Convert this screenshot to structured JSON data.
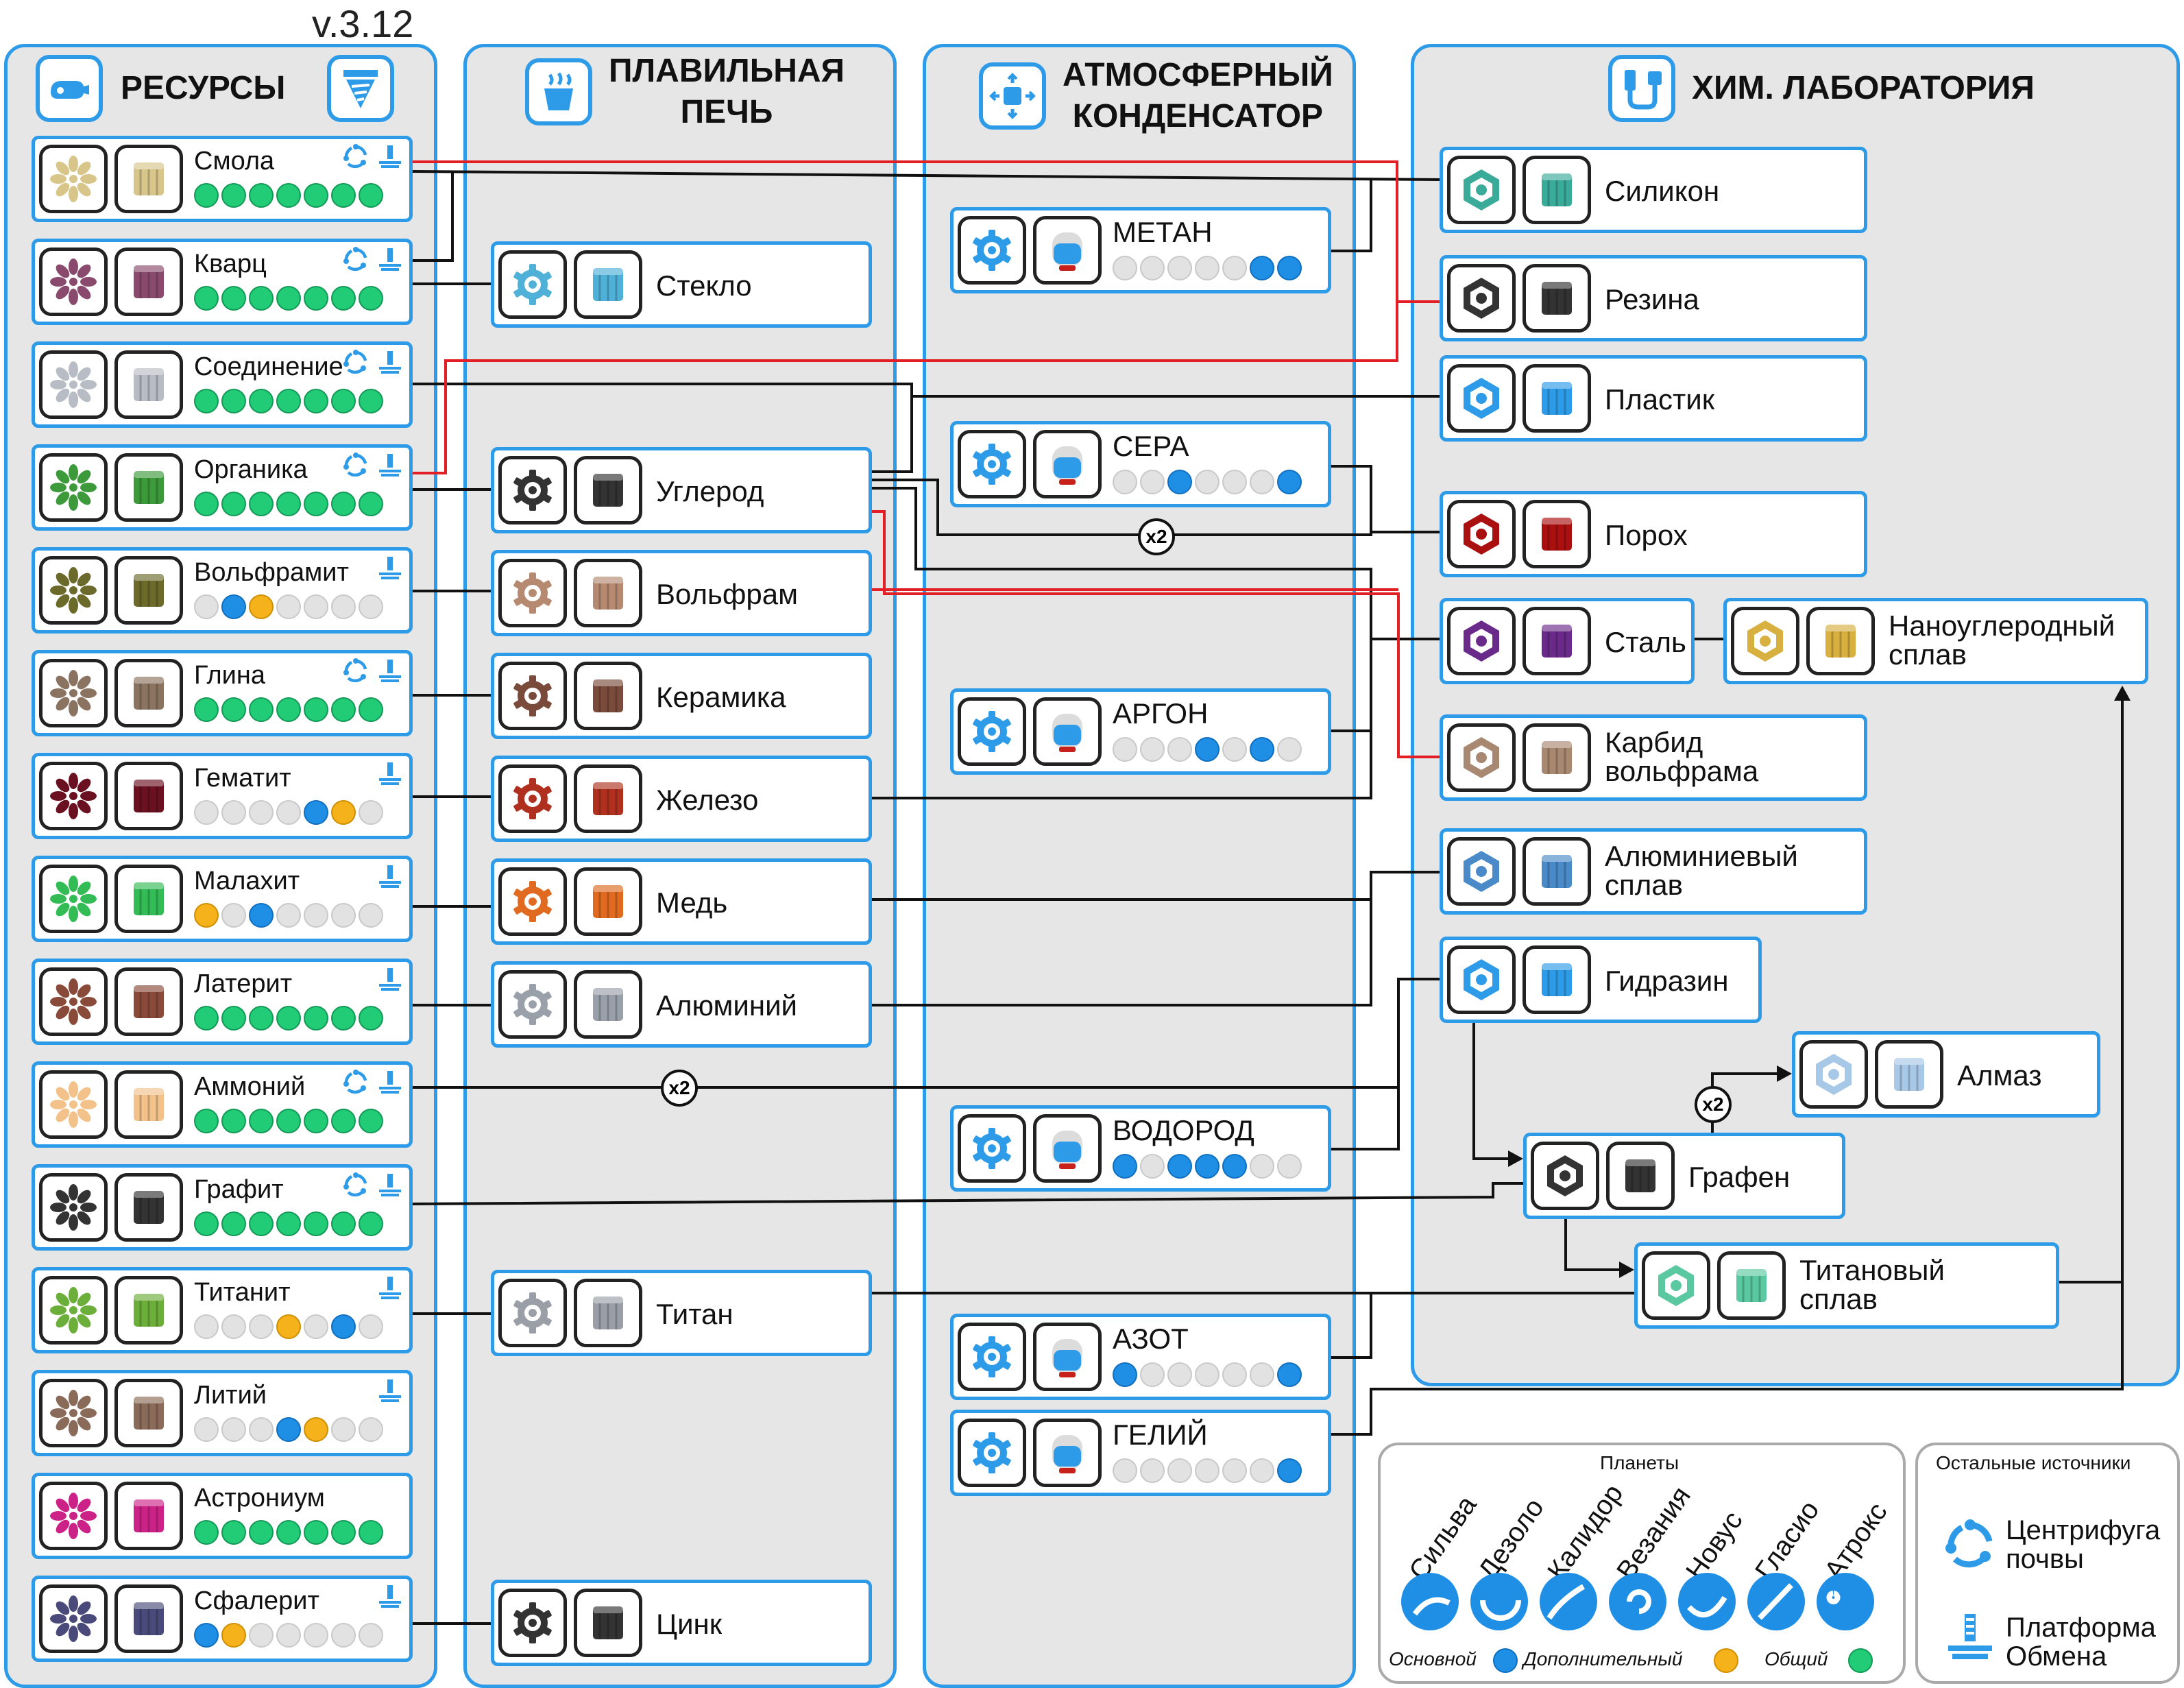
{
  "version": "v.3.12",
  "columns": {
    "resources": "РЕСУРСЫ",
    "furnace": [
      "ПЛАВИЛЬНАЯ",
      "ПЕЧЬ"
    ],
    "condenser": [
      "АТМОСФЕРНЫЙ",
      "КОНДЕНСАТОР"
    ],
    "chemlab": "ХИМ. ЛАБОРАТОРИЯ"
  },
  "resources": [
    {
      "name": "Смола",
      "color": "#d8c58a",
      "centrifuge": true,
      "platform": true,
      "planets": "ggggggg"
    },
    {
      "name": "Кварц",
      "color": "#8a4a6e",
      "centrifuge": true,
      "platform": true,
      "planets": "ggggggg"
    },
    {
      "name": "Соединение",
      "color": "#b8bcc4",
      "centrifuge": true,
      "platform": true,
      "planets": "ggggggg"
    },
    {
      "name": "Органика",
      "color": "#3c9a3a",
      "centrifuge": true,
      "platform": true,
      "planets": "ggggggg"
    },
    {
      "name": "Вольфрамит",
      "color": "#6b6a2a",
      "centrifuge": false,
      "platform": true,
      "planets": "ebyeeee"
    },
    {
      "name": "Глина",
      "color": "#8a7360",
      "centrifuge": true,
      "platform": true,
      "planets": "ggggggg"
    },
    {
      "name": "Гематит",
      "color": "#6a1020",
      "centrifuge": false,
      "platform": true,
      "planets": "eeeebye"
    },
    {
      "name": "Малахит",
      "color": "#33bb55",
      "centrifuge": false,
      "platform": true,
      "planets": "yebeeee"
    },
    {
      "name": "Латерит",
      "color": "#8a4a3a",
      "centrifuge": false,
      "platform": true,
      "planets": "ggggggg"
    },
    {
      "name": "Аммоний",
      "color": "#f2c28a",
      "centrifuge": true,
      "platform": true,
      "planets": "ggggggg"
    },
    {
      "name": "Графит",
      "color": "#333333",
      "centrifuge": true,
      "platform": true,
      "planets": "ggggggg"
    },
    {
      "name": "Титанит",
      "color": "#6cae3a",
      "centrifuge": false,
      "platform": true,
      "planets": "eeeyebe"
    },
    {
      "name": "Литий",
      "color": "#8a6a58",
      "centrifuge": false,
      "platform": true,
      "planets": "eeebyee"
    },
    {
      "name": "Астрониум",
      "color": "#cc2288",
      "centrifuge": false,
      "platform": false,
      "planets": "ggggggg"
    },
    {
      "name": "Сфалерит",
      "color": "#4a4a7a",
      "centrifuge": false,
      "platform": true,
      "planets": "byeeeee"
    }
  ],
  "furnace": [
    {
      "name": "Стекло",
      "color": "#4fb0d8"
    },
    {
      "name": "Углерод",
      "color": "#333333"
    },
    {
      "name": "Вольфрам",
      "color": "#b58a70"
    },
    {
      "name": "Керамика",
      "color": "#7a4a3a"
    },
    {
      "name": "Железо",
      "color": "#b03020"
    },
    {
      "name": "Медь",
      "color": "#e06a20"
    },
    {
      "name": "Алюминий",
      "color": "#9aa0aa"
    },
    {
      "name": "Титан",
      "color": "#9a9ea6"
    },
    {
      "name": "Цинк",
      "color": "#333333"
    }
  ],
  "gases": [
    {
      "name": "МЕТАН",
      "color": "#2d9be8",
      "planets": "eeeeebb"
    },
    {
      "name": "СЕРА",
      "color": "#2d9be8",
      "planets": "eebeeeb"
    },
    {
      "name": "АРГОН",
      "color": "#2d9be8",
      "planets": "eeebebe"
    },
    {
      "name": "ВОДОРОД",
      "color": "#2d9be8",
      "planets": "bebbbee"
    },
    {
      "name": "АЗОТ",
      "color": "#2d9be8",
      "planets": "beeeeeb"
    },
    {
      "name": "ГЕЛИЙ",
      "color": "#2d9be8",
      "planets": "eeeeeeb"
    }
  ],
  "chem": [
    {
      "name": "Силикон",
      "color": "#3aaa99"
    },
    {
      "name": "Резина",
      "color": "#333333"
    },
    {
      "name": "Пластик",
      "color": "#2d9be8"
    },
    {
      "name": "Порох",
      "color": "#aa1010"
    },
    {
      "name": "Сталь",
      "color": "#6a2a8a"
    },
    {
      "name": "Наноуглеродный сплав",
      "line1": "Наноуглеродный",
      "line2": "сплав",
      "color": "#d8b040"
    },
    {
      "name": "Карбид вольфрама",
      "line1": "Карбид",
      "line2": "вольфрама",
      "color": "#a88870"
    },
    {
      "name": "Алюминиевый сплав",
      "line1": "Алюминиевый",
      "line2": "сплав",
      "color": "#4a8ac8"
    },
    {
      "name": "Гидразин",
      "color": "#2d9be8"
    },
    {
      "name": "Алмаз",
      "color": "#a8c8e8"
    },
    {
      "name": "Графен",
      "color": "#333333"
    },
    {
      "name": "Титановый сплав",
      "line1": "Титановый",
      "line2": "сплав",
      "color": "#5ac8a0"
    }
  ],
  "multipliers": [
    "x2",
    "x2",
    "x2"
  ],
  "legend": {
    "planets_title": "Планеты",
    "planets": [
      "Сильва",
      "Дезоло",
      "Калидор",
      "Везания",
      "Новус",
      "Гласио",
      "Атрокс"
    ],
    "main": "Основной",
    "additional": "Дополнительный",
    "common": "Общий",
    "other_title": "Остальные источники",
    "centrifuge": [
      "Центрифуга",
      "почвы"
    ],
    "platform": [
      "Платформа",
      "Обмена"
    ]
  },
  "colors": {
    "accent": "#2d9be8",
    "main": "#1f8fe6",
    "additional": "#f6b21b",
    "common": "#22cc77",
    "red_link": "#e31e24"
  }
}
